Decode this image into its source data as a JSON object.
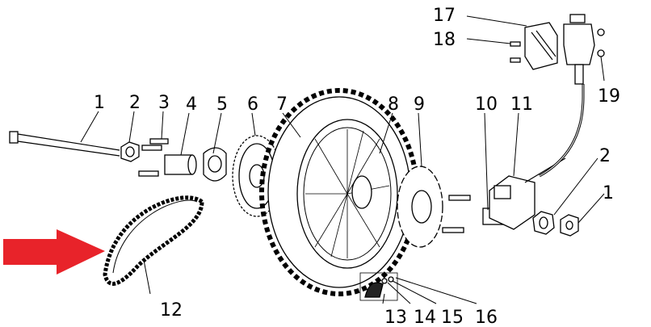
{
  "callouts": [
    "1",
    "2",
    "3",
    "4",
    "5",
    "6",
    "7",
    "8",
    "9",
    "10",
    "11",
    "12",
    "13",
    "14",
    "15",
    "16",
    "17",
    "18",
    "19",
    "2",
    "1"
  ],
  "arrow_color": "#e8232a",
  "line_color": "#000000"
}
